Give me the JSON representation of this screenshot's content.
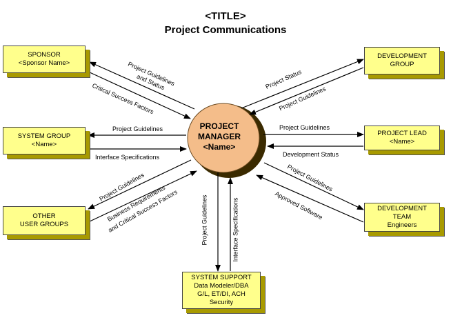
{
  "title": {
    "line1": "<TITLE>",
    "line2": "Project Communications"
  },
  "center": {
    "line1": "PROJECT",
    "line2": "MANAGER",
    "line3": "<Name>"
  },
  "boxes": {
    "sponsor": [
      "SPONSOR",
      "<Sponsor Name>"
    ],
    "system_group": [
      "SYSTEM GROUP",
      "<Name>"
    ],
    "other_user_groups": [
      "OTHER",
      "USER GROUPS"
    ],
    "development_group": [
      "DEVELOPMENT",
      "GROUP"
    ],
    "project_lead": [
      "PROJECT LEAD",
      "<Name>"
    ],
    "development_team": [
      "DEVELOPMENT",
      "TEAM",
      "Engineers"
    ],
    "system_support": [
      "SYSTEM SUPPORT",
      "Data Modeler/DBA",
      "G/L, ET/DI, ACH",
      "Security"
    ]
  },
  "flows": {
    "sponsor_in_1": "Project Guidelines",
    "sponsor_in_2": "and Status",
    "sponsor_out": "Critical Success Factors",
    "sysgroup_in": "Project  Guidelines",
    "sysgroup_out": "Interface Specifications",
    "other_in": "Project  Guidelines",
    "other_out_1": "Business Requirements",
    "other_out_2": "and Critical Success Factors",
    "devgroup_out": "Project  Status",
    "devgroup_in": "Project  Guidelines",
    "lead_in": "Project  Guidelines",
    "lead_out": "Development Status",
    "team_in": "Project  Guidelines",
    "team_out": "Approved Software",
    "support_in": "Project Guidelines",
    "support_out": "Interface Specifications"
  }
}
